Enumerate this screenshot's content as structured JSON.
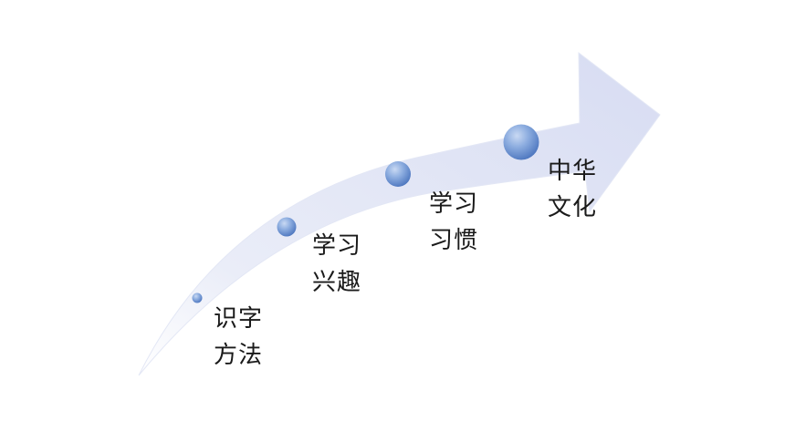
{
  "steps": [
    {
      "line1": "识字",
      "line2": "方法"
    },
    {
      "line1": "学习",
      "line2": "兴趣"
    },
    {
      "line1": "学习",
      "line2": "习惯"
    },
    {
      "line1": "中华",
      "line2": "文化"
    }
  ]
}
